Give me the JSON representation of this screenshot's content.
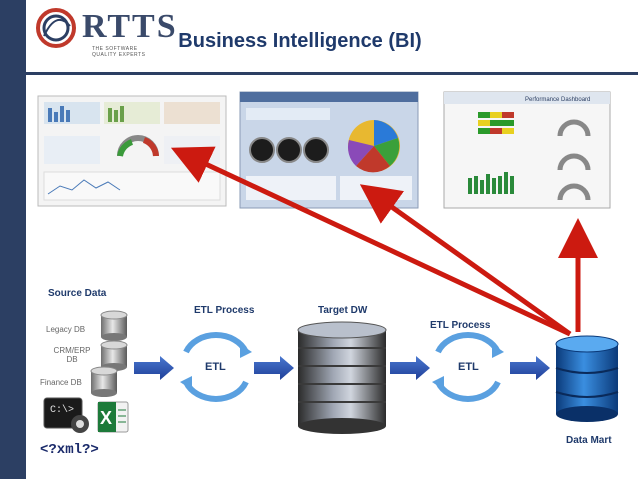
{
  "logo": {
    "text": "RTTS",
    "tagline": "THE SOFTWARE QUALITY EXPERTS"
  },
  "title": "Business Intelligence (BI)",
  "labels": {
    "source_data": "Source Data",
    "etl_process_1": "ETL Process",
    "target_dw": "Target DW",
    "etl_process_2": "ETL Process",
    "data_mart": "Data Mart"
  },
  "sources": {
    "legacy": "Legacy DB",
    "crm_erp": "CRM/ERP DB",
    "finance": "Finance DB",
    "xml": "<?xml?>"
  },
  "etl": {
    "label_1": "ETL",
    "label_2": "ETL"
  },
  "dashboards": {
    "third_title": "Performance Dashboard"
  },
  "colors": {
    "brand_navy": "#2c3f63",
    "title": "#1f3a6b",
    "arrow_red": "#cc1a10",
    "arrow_blue": "#2a4fa8",
    "etl_cycle": "#5aa0e0"
  }
}
